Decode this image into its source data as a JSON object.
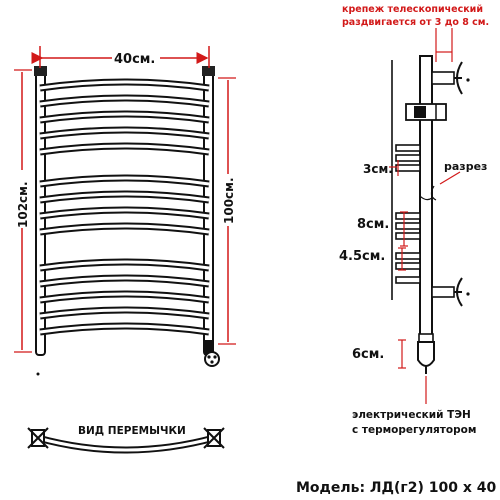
{
  "labels": {
    "width_40": "40см.",
    "height_102": "102см.",
    "height_100": "100см.",
    "mount_line1": "крепеж телескопический",
    "mount_line2": "раздвигается от 3 до 8 см.",
    "cut": "разрез",
    "dim_3": "3см.",
    "dim_8": "8см.",
    "dim_4_5": "4.5см.",
    "dim_6": "6см.",
    "heater_line1": "электрический    ТЭН",
    "heater_line2": "с терморегулятором",
    "jumper_view": "ВИД ПЕРЕМЫЧКИ",
    "model": "Модель: ЛД(г2) 100 х 40"
  },
  "colors": {
    "annotation": "#d21919",
    "line": "#111111",
    "background": "#ffffff"
  }
}
